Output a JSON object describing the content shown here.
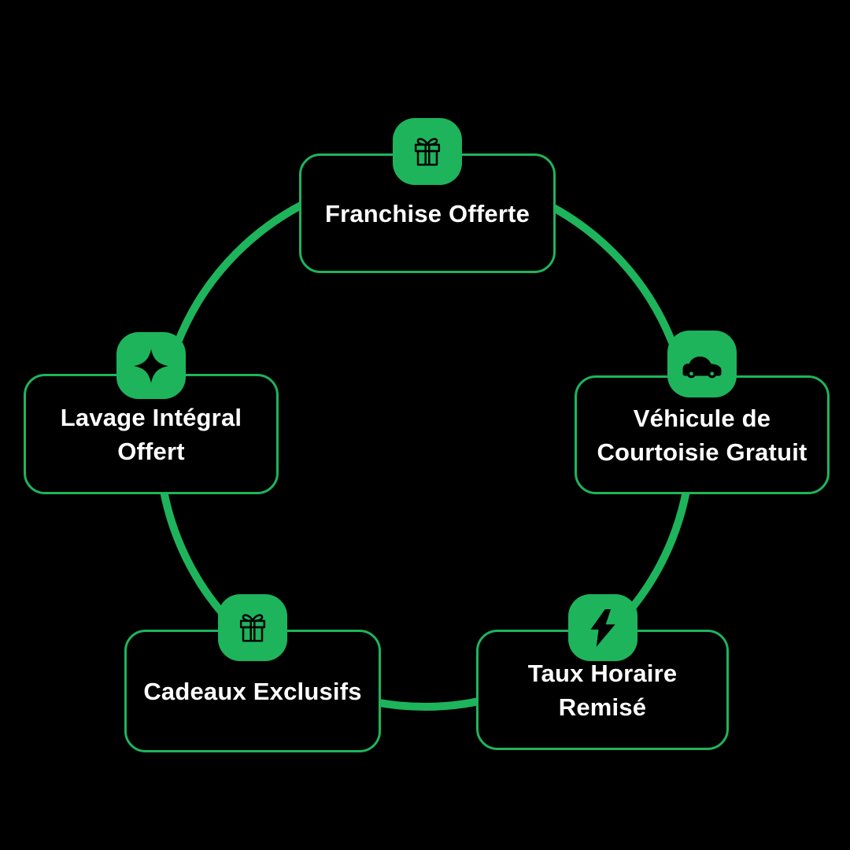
{
  "theme": {
    "background": "#000000",
    "accent_green": "#1eb45c",
    "node_fill": "#000000",
    "text_color": "#ffffff",
    "icon_color": "#000000"
  },
  "diagram": {
    "type": "circular-benefits-diagram",
    "connector": "circle",
    "nodes": [
      {
        "id": "franchise-offerte",
        "position": "top",
        "icon": "gift-icon",
        "label": "Franchise Offerte",
        "lines": [
          "Franchise Offerte"
        ]
      },
      {
        "id": "vehicule-de-courtoisie-gratuit",
        "position": "right",
        "icon": "car-icon",
        "label": "Véhicule de Courtoisie Gratuit",
        "lines": [
          "Véhicule de",
          "Courtoisie Gratuit"
        ]
      },
      {
        "id": "taux-horaire-remise",
        "position": "bottom-right",
        "icon": "lightning-icon",
        "label": "Taux Horaire Remisé",
        "lines": [
          "Taux Horaire Remisé"
        ]
      },
      {
        "id": "cadeaux-exclusifs",
        "position": "bottom-left",
        "icon": "gift-icon",
        "label": "Cadeaux Exclusifs",
        "lines": [
          "Cadeaux Exclusifs"
        ]
      },
      {
        "id": "lavage-integral-offert",
        "position": "left",
        "icon": "sparkle-icon",
        "label": "Lavage Intégral Offert",
        "lines": [
          "Lavage Intégral",
          "Offert"
        ]
      }
    ]
  }
}
